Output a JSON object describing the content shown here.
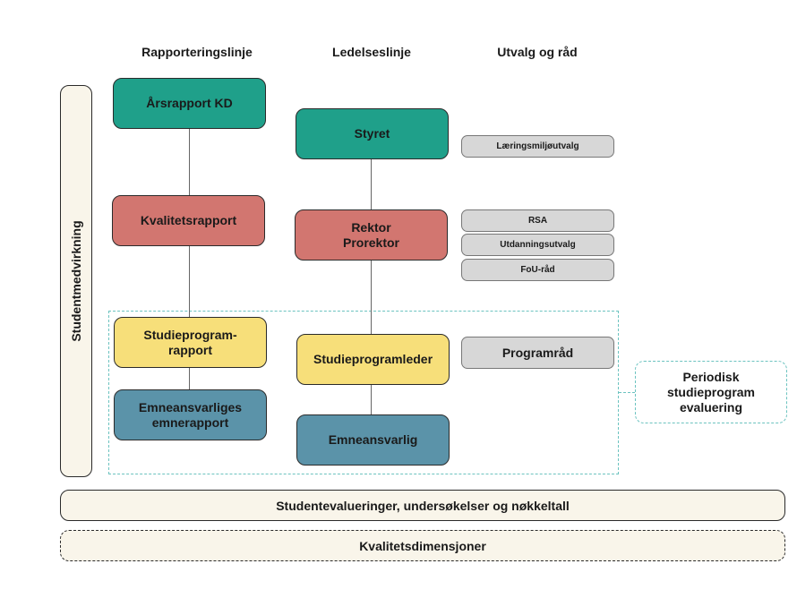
{
  "columns": {
    "rapportering": "Rapporteringslinje",
    "ledelse": "Ledelseslinje",
    "utvalg": "Utvalg og råd"
  },
  "rapporteringslinje": {
    "arsrapport": "Årsrapport KD",
    "kvalitetsrapport": "Kvalitetsrapport",
    "studieprogramrapport": "Studieprogram-\nrapport",
    "emnerapport": "Emneansvarliges\nemnerapport"
  },
  "ledelseslinje": {
    "styret": "Styret",
    "rektor": "Rektor\nProrektor",
    "studieprogramleder": "Studieprogramleder",
    "emneansvarlig": "Emneansvarlig"
  },
  "utvalg": {
    "laeringsmiljo": "Læringsmiljøutvalg",
    "rsa": "RSA",
    "utdanningsutvalg": "Utdanningsutvalg",
    "fou": "FoU-råd",
    "programrad": "Programråd"
  },
  "side_label": "Studentmedvirkning",
  "periodisk": "Periodisk\nstudieprogram\nevaluering",
  "bottom": {
    "studentevalueringer": "Studentevalueringer, undersøkelser og nøkkeltall",
    "kvalitetsdimensjoner": "Kvalitetsdimensjoner"
  },
  "colors": {
    "teal": "#1fa08a",
    "red": "#d27670",
    "yellow": "#f7df7a",
    "blue": "#5b93a9",
    "gray": "#d7d7d7",
    "cream": "#f9f5ea",
    "dashed_teal": "#6cc3c0"
  }
}
